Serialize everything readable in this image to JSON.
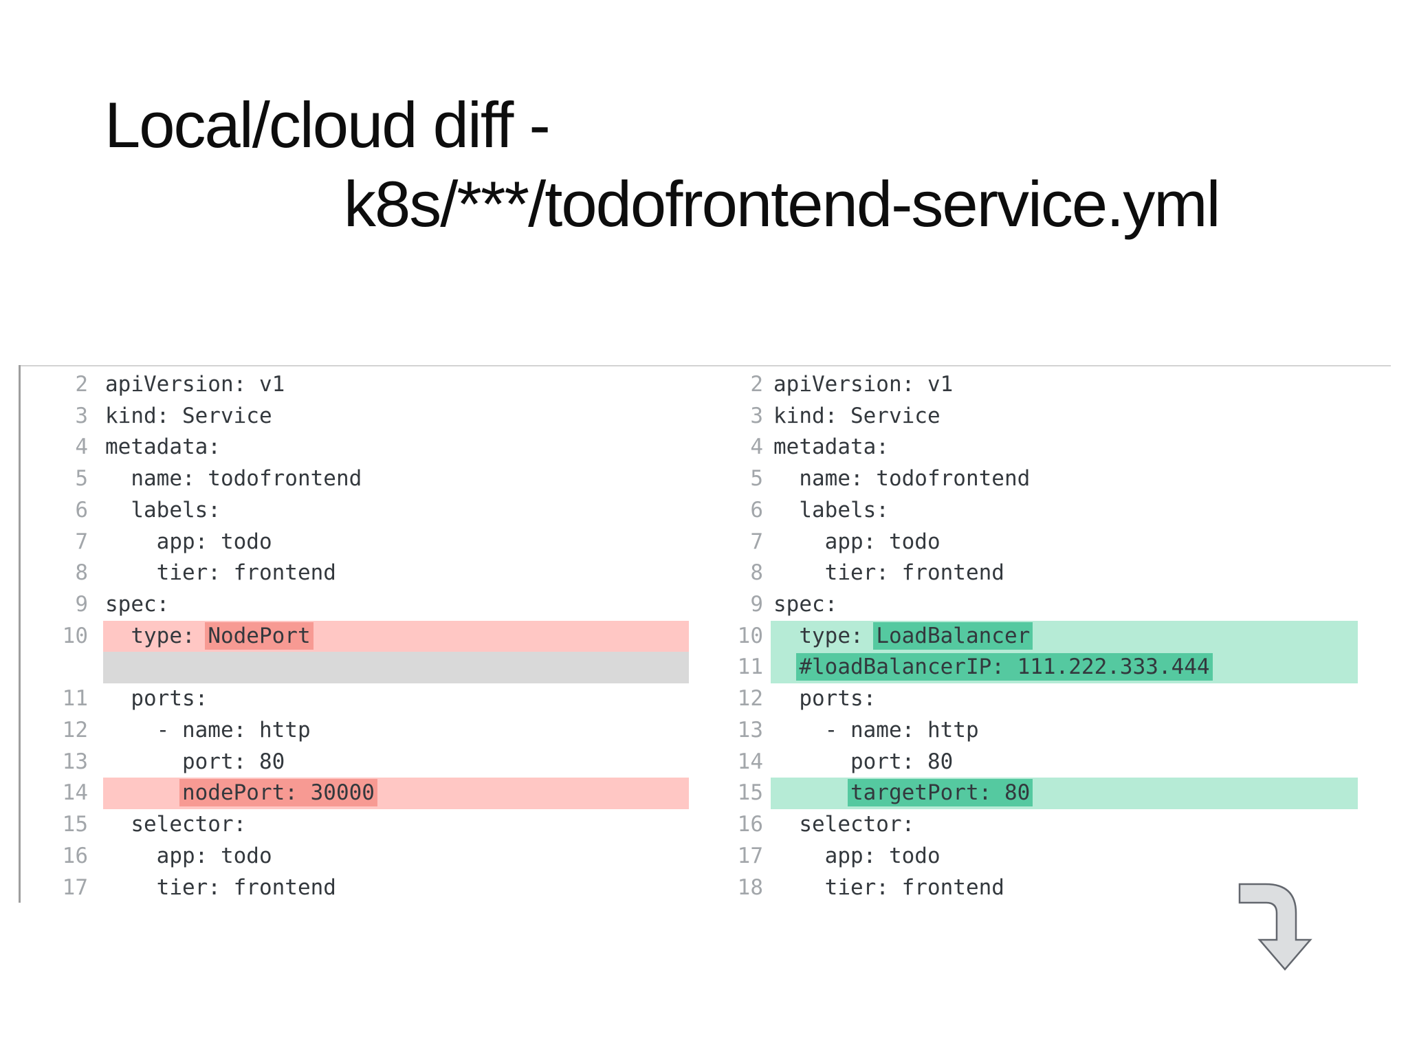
{
  "slide": {
    "title_line1": "Local/cloud diff -",
    "title_line2": "k8s/***/todofrontend-service.yml"
  },
  "colors": {
    "removed_row": "#ffc7c4",
    "removed_word": "#f79a93",
    "added_row": "#b6ebd6",
    "added_word": "#55c9a0",
    "spacer_row": "#d9d9d9",
    "code_text": "#33383d",
    "line_number": "#a2a6aa",
    "border": "#d2d2d2",
    "arrow_fill": "#dcdee0",
    "arrow_stroke": "#63676e"
  },
  "icons": {
    "bottom_right": "curved-down-arrow-icon"
  },
  "code_diff": {
    "panels": [
      {
        "side": "local",
        "rows": [
          {
            "num": "2",
            "segs": [
              {
                "t": "apiVersion: v1"
              }
            ]
          },
          {
            "num": "3",
            "segs": [
              {
                "t": "kind: Service"
              }
            ]
          },
          {
            "num": "4",
            "segs": [
              {
                "t": "metadata:"
              }
            ]
          },
          {
            "num": "5",
            "segs": [
              {
                "t": "  name: todofrontend"
              }
            ]
          },
          {
            "num": "6",
            "segs": [
              {
                "t": "  labels:"
              }
            ]
          },
          {
            "num": "7",
            "segs": [
              {
                "t": "    app: todo"
              }
            ]
          },
          {
            "num": "8",
            "segs": [
              {
                "t": "    tier: frontend"
              }
            ]
          },
          {
            "num": "9",
            "segs": [
              {
                "t": "spec:"
              }
            ]
          },
          {
            "num": "10",
            "hl": "removed",
            "segs": [
              {
                "t": "  type: "
              },
              {
                "t": "NodePort",
                "m": "removed"
              }
            ]
          },
          {
            "num": "",
            "hl": "spacer",
            "segs": []
          },
          {
            "num": "11",
            "segs": [
              {
                "t": "  ports:"
              }
            ]
          },
          {
            "num": "12",
            "segs": [
              {
                "t": "    - name: http"
              }
            ]
          },
          {
            "num": "13",
            "segs": [
              {
                "t": "      port: 80"
              }
            ]
          },
          {
            "num": "14",
            "hl": "removed",
            "segs": [
              {
                "t": "      "
              },
              {
                "t": "nodePort: 30000",
                "m": "removed"
              }
            ]
          },
          {
            "num": "15",
            "segs": [
              {
                "t": "  selector:"
              }
            ]
          },
          {
            "num": "16",
            "segs": [
              {
                "t": "    app: todo"
              }
            ]
          },
          {
            "num": "17",
            "segs": [
              {
                "t": "    tier: frontend"
              }
            ]
          }
        ]
      },
      {
        "side": "cloud",
        "rows": [
          {
            "num": "2",
            "segs": [
              {
                "t": "apiVersion: v1"
              }
            ]
          },
          {
            "num": "3",
            "segs": [
              {
                "t": "kind: Service"
              }
            ]
          },
          {
            "num": "4",
            "segs": [
              {
                "t": "metadata:"
              }
            ]
          },
          {
            "num": "5",
            "segs": [
              {
                "t": "  name: todofrontend"
              }
            ]
          },
          {
            "num": "6",
            "segs": [
              {
                "t": "  labels:"
              }
            ]
          },
          {
            "num": "7",
            "segs": [
              {
                "t": "    app: todo"
              }
            ]
          },
          {
            "num": "8",
            "segs": [
              {
                "t": "    tier: frontend"
              }
            ]
          },
          {
            "num": "9",
            "segs": [
              {
                "t": "spec:"
              }
            ]
          },
          {
            "num": "10",
            "hl": "added",
            "segs": [
              {
                "t": "  type: "
              },
              {
                "t": "LoadBalancer",
                "m": "added"
              }
            ]
          },
          {
            "num": "11",
            "hl": "added",
            "segs": [
              {
                "t": "  "
              },
              {
                "t": "#loadBalancerIP: 111.222.333.444",
                "m": "added"
              }
            ]
          },
          {
            "num": "12",
            "segs": [
              {
                "t": "  ports:"
              }
            ]
          },
          {
            "num": "13",
            "segs": [
              {
                "t": "    - name: http"
              }
            ]
          },
          {
            "num": "14",
            "segs": [
              {
                "t": "      port: 80"
              }
            ]
          },
          {
            "num": "15",
            "hl": "added",
            "segs": [
              {
                "t": "      "
              },
              {
                "t": "targetPort: 80",
                "m": "added"
              }
            ]
          },
          {
            "num": "16",
            "segs": [
              {
                "t": "  selector:"
              }
            ]
          },
          {
            "num": "17",
            "segs": [
              {
                "t": "    app: todo"
              }
            ]
          },
          {
            "num": "18",
            "segs": [
              {
                "t": "    tier: frontend"
              }
            ]
          }
        ]
      }
    ]
  }
}
